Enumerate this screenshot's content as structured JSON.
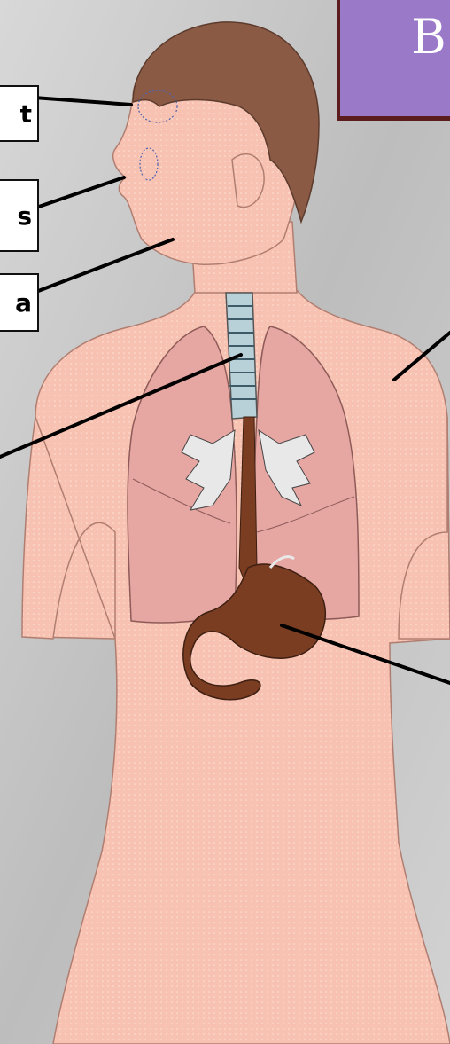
{
  "labels": [
    {
      "id": "forehead",
      "text": "t"
    },
    {
      "id": "nose",
      "text": "s"
    },
    {
      "id": "mouth",
      "text": "a"
    }
  ],
  "title_box": {
    "text": "B"
  },
  "colors": {
    "background": "#cfcfcf",
    "skin": "#f8bfae",
    "hair": "#8a5a45",
    "lung": "#e8a6a4",
    "stomach": "#7a3d22",
    "trachea": "#b8d0d8",
    "title_fill": "#9a79c9"
  }
}
